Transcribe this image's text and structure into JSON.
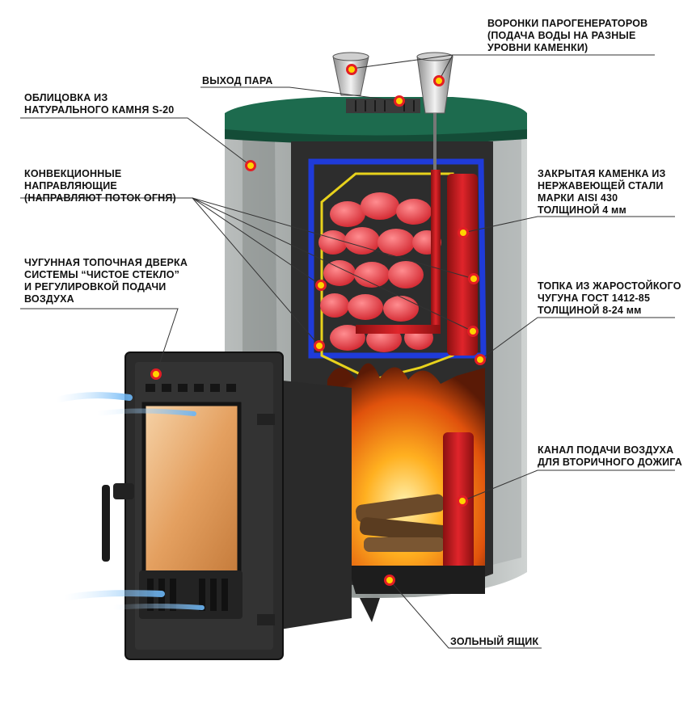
{
  "labels": {
    "funnels": [
      "ВОРОНКИ ПАРОГЕНЕРАТОРОВ",
      "(ПОДАЧА ВОДЫ НА РАЗНЫЕ",
      "УРОВНИ КАМЕНКИ)"
    ],
    "steam_outlet": [
      "ВЫХОД ПАРА"
    ],
    "stone_cladding": [
      "ОБЛИЦОВКА ИЗ",
      "НАТУРАЛЬНОГО КАМНЯ S-20"
    ],
    "convection": [
      "КОНВЕКЦИОННЫЕ",
      "НАПРАВЛЯЮЩИЕ",
      "(НАПРАВЛЯЮТ ПОТОК ОГНЯ)"
    ],
    "door": [
      "ЧУГУННАЯ ТОПОЧНАЯ ДВЕРКА",
      "СИСТЕМЫ “ЧИСТОЕ СТЕКЛО”",
      "И РЕГУЛИРОВКОЙ ПОДАЧИ",
      "ВОЗДУХА"
    ],
    "closed_heater": [
      "ЗАКРЫТАЯ КАМЕНКА ИЗ",
      "НЕРЖАВЕЮЩЕЙ СТАЛИ",
      "МАРКИ AISI 430",
      "ТОЛЩИНОЙ 4 мм"
    ],
    "firebox": [
      "ТОПКА ИЗ ЖАРОСТОЙКОГО",
      "ЧУГУНА ГОСТ 1412-85",
      "ТОЛЩИНОЙ 8-24 мм"
    ],
    "air_channel": [
      "КАНАЛ ПОДАЧИ ВОЗДУХА",
      "ДЛЯ ВТОРИЧНОГО ДОЖИГА"
    ],
    "ash_box": [
      "ЗОЛЬНЫЙ ЯЩИК"
    ]
  },
  "colors": {
    "marker_fill": "#ffd400",
    "marker_ring": "#e31e24",
    "leader_line": "#333333",
    "heater_outline": "#1f3bd9",
    "stones": "#e8434f",
    "fire": "#f39a1a",
    "stone_green": "#1d6b4e"
  }
}
